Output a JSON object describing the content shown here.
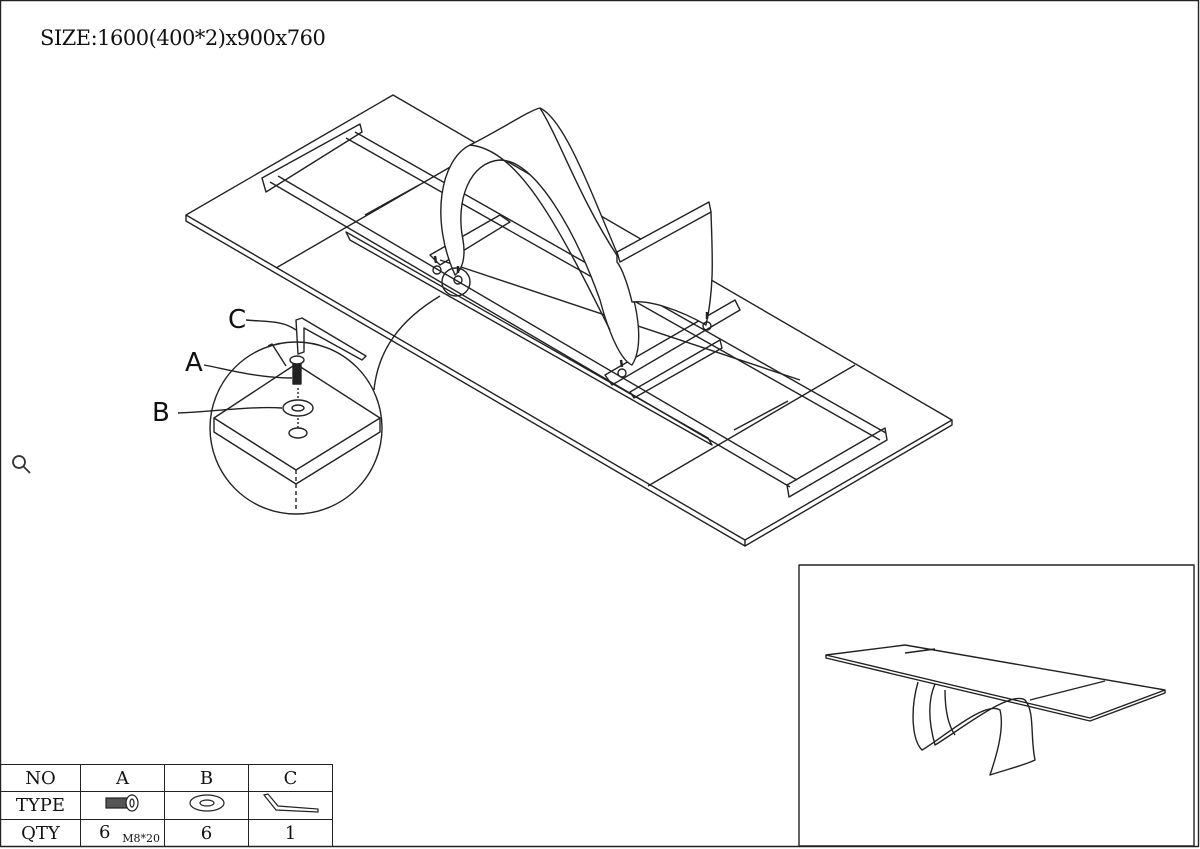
{
  "size_label": "SIZE:1600(400*2)x900x760",
  "callouts": {
    "a": "A",
    "b": "B",
    "c": "C"
  },
  "icons": {
    "zoom": "magnifier-icon"
  },
  "parts_table": {
    "headers": [
      "NO",
      "A",
      "B",
      "C"
    ],
    "type_label": "TYPE",
    "qty_label": "QTY",
    "qty": [
      "6",
      "6",
      "1"
    ],
    "spec_a": "M8*20"
  },
  "colors": {
    "line": "#222222",
    "background": "#ffffff",
    "pedestal_fill": "#ffffff"
  }
}
